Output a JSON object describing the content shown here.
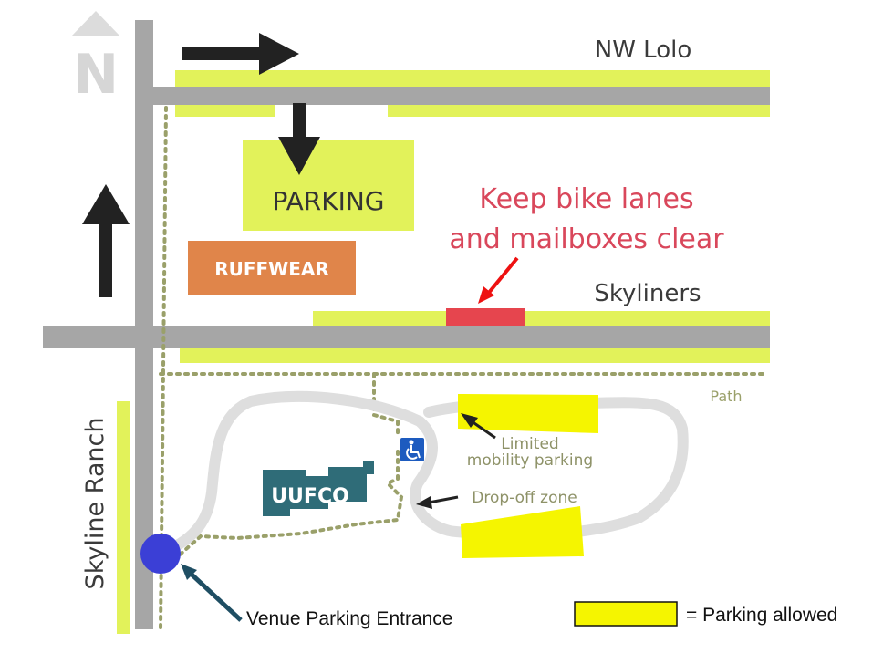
{
  "labels": {
    "north": "N",
    "street_top": "NW Lolo",
    "street_mid": "Skyliners",
    "street_side": "Skyline Ranch",
    "parking_lot": "PARKING",
    "ruffwear": "RUFFWEAR",
    "uufco": "UUFCO",
    "path": "Path",
    "warning_line1": "Keep bike lanes",
    "warning_line2": "and mailboxes clear",
    "limited_line1": "Limited",
    "limited_line2": "mobility parking",
    "dropoff": "Drop-off zone",
    "venue_entrance": "Venue Parking Entrance",
    "legend_text": "= Parking allowed"
  },
  "icons": [
    "north-arrow-icon",
    "direction-arrow-icon",
    "wheelchair-icon",
    "entrance-marker-icon"
  ],
  "colors": {
    "road": "#a6a6a6",
    "parking_zone": "#e2f25a",
    "parking_allowed": "#f5f500",
    "warning_text": "#d9475b",
    "mailbox_zone": "#e6454e",
    "ruffwear_bg": "#e0854a",
    "uufco_bg": "#2f6c78",
    "accessible_blue": "#1d5bbf",
    "path_dots": "#9aa06a",
    "venue_marker": "#3b3fd6",
    "pointer_arrow": "#1f4e63"
  }
}
